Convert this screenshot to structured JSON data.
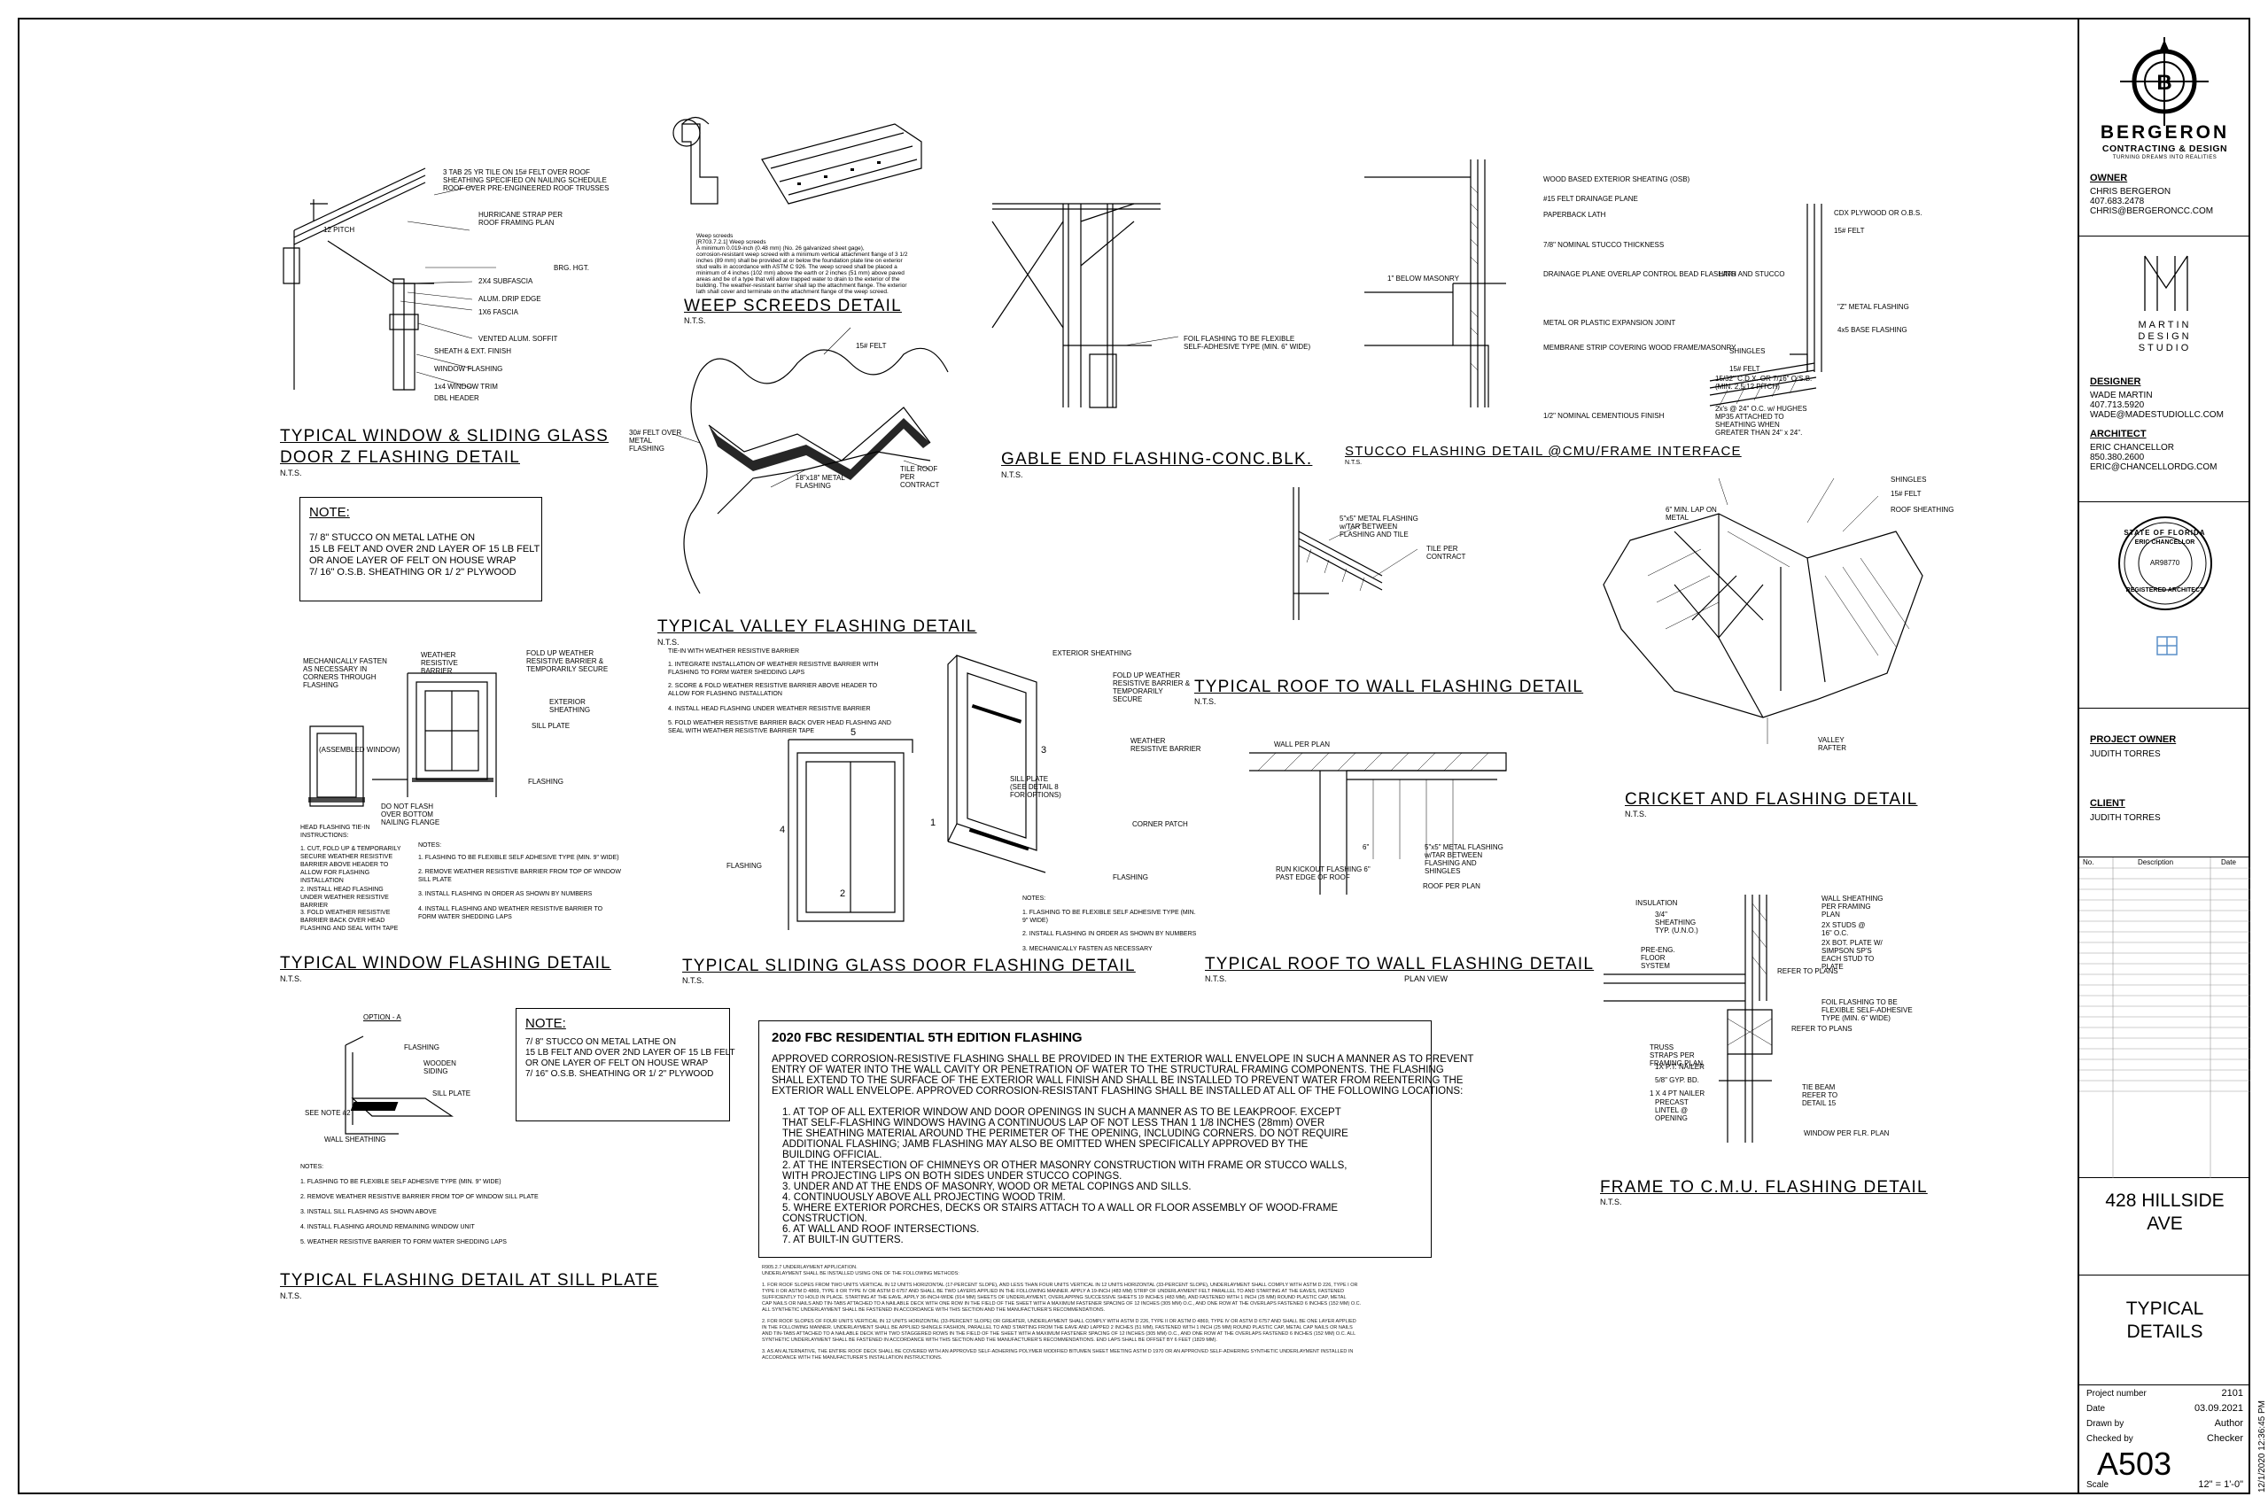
{
  "details": [
    {
      "title": "TYPICAL WINDOW & SLIDING GLASS",
      "title2": "DOOR Z FLASHING DETAIL",
      "scale": "N.T.S."
    },
    {
      "title": "WEEP SCREEDS DETAIL",
      "scale": "N.T.S."
    },
    {
      "title": "GABLE END FLASHING-CONC.BLK.",
      "scale": "N.T.S."
    },
    {
      "title": "STUCCO FLASHING DETAIL @CMU/FRAME INTERFACE",
      "scale": "N.T.S."
    },
    {
      "title": "TYPICAL VALLEY FLASHING DETAIL",
      "scale": "N.T.S."
    },
    {
      "title": "TYPICAL ROOF TO WALL FLASHING DETAIL",
      "scale": "N.T.S."
    },
    {
      "title": "CRICKET AND FLASHING DETAIL",
      "scale": "N.T.S."
    },
    {
      "title": "TYPICAL WINDOW FLASHING DETAIL",
      "scale": "N.T.S."
    },
    {
      "title": "TYPICAL SLIDING GLASS DOOR FLASHING DETAIL",
      "scale": "N.T.S."
    },
    {
      "title": "TYPICAL ROOF TO WALL FLASHING DETAIL",
      "scale": "N.T.S.",
      "sub": "PLAN VIEW"
    },
    {
      "title": "FRAME TO C.M.U. FLASHING DETAIL",
      "scale": "N.T.S."
    },
    {
      "title": "TYPICAL FLASHING DETAIL AT SILL PLATE",
      "scale": "N.T.S."
    }
  ],
  "notes": [
    {
      "heading": "NOTE:",
      "lines": [
        "7/ 8\" STUCCO ON METAL LATHE ON",
        "15 LB FELT AND OVER 2ND LAYER OF 15 LB FELT",
        "OR ANOE LAYER OF FELT ON HOUSE WRAP",
        "7/ 16\" O.S.B. SHEATHING OR 1/ 2\" PLYWOOD"
      ]
    },
    {
      "heading": "NOTE:",
      "lines": [
        "7/ 8\" STUCCO ON METAL LATHE ON",
        "15 LB FELT AND OVER 2ND LAYER OF 15 LB FELT",
        "OR ONE LAYER OF FELT ON HOUSE WRAP",
        "7/ 16\" O.S.B. SHEATHING OR 1/ 2\" PLYWOOD"
      ]
    }
  ],
  "fbc": {
    "heading": "2020 FBC RESIDENTIAL 5TH EDITION FLASHING",
    "lines": [
      "APPROVED CORROSION-RESISTIVE FLASHING SHALL BE PROVIDED IN THE EXTERIOR WALL ENVELOPE IN SUCH A MANNER AS TO PREVENT",
      "ENTRY OF WATER INTO THE WALL CAVITY OR PENETRATION OF WATER TO THE STRUCTURAL FRAMING COMPONENTS. THE FLASHING",
      "SHALL EXTEND TO THE SURFACE OF THE EXTERIOR WALL FINISH AND SHALL BE INSTALLED TO PREVENT WATER FROM REENTERING THE",
      "EXTERIOR WALL ENVELOPE. APPROVED CORROSION-RESISTANT FLASHING SHALL BE INSTALLED AT ALL OF THE FOLLOWING LOCATIONS:",
      "",
      "1. AT TOP OF ALL EXTERIOR WINDOW AND DOOR OPENINGS IN SUCH A MANNER AS TO BE LEAKPROOF. EXCEPT",
      "   THAT SELF-FLASHING WINDOWS HAVING A CONTINUOUS LAP OF NOT LESS THAN 1 1/8 INCHES (28mm) OVER",
      "   THE SHEATHING MATERIAL AROUND THE PERIMETER OF THE OPENING, INCLUDING CORNERS. DO NOT REQUIRE",
      "   ADDITIONAL FLASHING; JAMB FLASHING MAY ALSO BE OMITTED WHEN SPECIFICALLY APPROVED BY THE",
      "   BUILDING OFFICIAL.",
      "2. AT THE INTERSECTION OF CHIMNEYS OR OTHER MASONRY CONSTRUCTION WITH FRAME OR STUCCO WALLS,",
      "   WITH PROJECTING LIPS ON BOTH SIDES UNDER STUCCO COPINGS.",
      "3. UNDER AND AT THE ENDS OF MASONRY, WOOD OR METAL COPINGS AND SILLS.",
      "4. CONTINUOUSLY ABOVE ALL PROJECTING WOOD TRIM.",
      "5. WHERE EXTERIOR PORCHES, DECKS OR STAIRS ATTACH TO A WALL OR FLOOR ASSEMBLY OF WOOD-FRAME",
      "   CONSTRUCTION.",
      "6. AT WALL AND ROOF INTERSECTIONS.",
      "7. AT BUILT-IN GUTTERS."
    ]
  },
  "labels": {
    "z1": "3 TAB 25 YR TILE ON 15# FELT OVER ROOF",
    "z2": "SHEATHING SPECIFIED ON NAILING SCHEDULE",
    "z3": "ROOF OVER PRE-ENGINEERED ROOF TRUSSES",
    "z4": "HURRICANE STRAP PER",
    "z5": "ROOF FRAMING PLAN",
    "z6": "2X4 SUBFASCIA",
    "z7": "ALUM. DRIP EDGE",
    "z8": "1X6 FASCIA",
    "z9": "VENTED ALUM. SOFFIT",
    "z10": "SHEATH & EXT. FINISH",
    "z11": "WINDOW FLASHING",
    "z12": "1x4 WINDOW TRIM",
    "z13": "DBL HEADER",
    "z14": "BRG. HGT.",
    "pitch": "12 PITCH",
    "g1": "FOIL FLASHING TO BE FLEXIBLE",
    "g2": "SELF-ADHESIVE TYPE (MIN. 6\" WIDE)",
    "v1": "15# FELT",
    "v2": "30# FELT OVER METAL FLASHING",
    "v3": "18\"x18\" METAL FLASHING",
    "v4": "TILE ROOF PER CONTRACT",
    "s1": "WOOD BASED EXTERIOR SHEATING (OSB)",
    "s2": "#15 FELT DRAINAGE PLANE",
    "s3": "PAPERBACK LATH",
    "s4": "7/8\" NOMINAL STUCCO THICKNESS",
    "s5": "DRAINAGE PLANE OVERLAP CONTROL BEAD FLASHING",
    "s6": "METAL OR PLASTIC EXPANSION JOINT",
    "s7": "MEMBRANE STRIP COVERING WOOD FRAME/MASONRY",
    "s8": "1/2\" NOMINAL CEMENTIOUS FINISH",
    "s9": "1\" BELOW MASONRY",
    "r1": "CDX PLYWOOD OR O.B.S.",
    "r2": "15# FELT",
    "r3": "LATH AND STUCCO",
    "r4": "\"Z\" METAL FLASHING",
    "r5": "4x5 BASE FLASHING",
    "r6": "SHINGLES",
    "r7": "15# FELT",
    "r8": "15/32\" C.D.X. OR 7/16\" O.S.B. (MIN. 2.5:12 PITCH)",
    "r9": "2x's @ 24\" O.C. w/ HUGHES MP35 ATTACHED TO SHEATHING WHEN GREATER THAN 24\" x 24\".",
    "rw1": "5\"x5\" METAL FLASHING w/TAR BETWEEN FLASHING AND TILE",
    "rw2": "TILE PER CONTRACT",
    "c1": "6\" MIN. LAP ON METAL",
    "c2": "SHINGLES",
    "c3": "15# FELT",
    "c4": "ROOF SHEATHING",
    "c5": "VALLEY RAFTER",
    "pv1": "WALL PER PLAN",
    "pv2": "5\"x5\" METAL FLASHING w/TAR BETWEEN FLASHING AND SHINGLES",
    "pv3": "RUN KICKOUT FLASHING 6\" PAST EDGE OF ROOF",
    "pv4": "ROOF PER PLAN",
    "pv5": "6\"",
    "f1": "INSULATION",
    "f2": "3/4\" SHEATHING TYP. (U.N.O.)",
    "f3": "PRE-ENG. FLOOR SYSTEM",
    "f4": "WALL SHEATHING PER FRAMING PLAN",
    "f5": "2X STUDS @ 16\" O.C.",
    "f6": "2X BOT. PLATE W/ SIMPSON SP'S EACH STUD TO PLATE",
    "f7": "REFER TO PLANS",
    "f8": "FOIL FLASHING TO BE FLEXIBLE SELF-ADHESIVE TYPE (MIN. 6\" WIDE)",
    "f9": "REFER TO PLANS",
    "f10": "TRUSS STRAPS PER FRAMING PLAN",
    "f11": "1X P.T. NAILER",
    "f12": "5/8\" GYP. BD.",
    "f13": "1 X 4 PT NAILER",
    "f14": "PRECAST LINTEL @ OPENING",
    "f15": "TIE BEAM REFER TO DETAIL 15",
    "f16": "WINDOW PER FLR. PLAN",
    "w1": "MECHANICALLY FASTEN AS NECESSARY IN CORNERS THROUGH FLASHING",
    "w2": "WEATHER RESISTIVE BARRIER",
    "w3": "FOLD UP WEATHER RESISTIVE BARRIER & TEMPORARILY SECURE",
    "w4": "EXTERIOR SHEATHING",
    "w5": "SILL PLATE",
    "w6": "FLASHING",
    "w7": "DO NOT FLASH OVER BOTTOM NAILING FLANGE",
    "w8": "(ASSEMBLED WINDOW)",
    "sg1": "EXTERIOR SHEATHING",
    "sg2": "FOLD UP WEATHER RESISTIVE BARRIER & TEMPORARILY SECURE",
    "sg3": "WEATHER RESISTIVE BARRIER",
    "sg4": "CORNER PATCH",
    "sg5": "FLASHING",
    "sg6": "SILL PLATE (SEE DETAIL 8 FOR OPTIONS)",
    "sp1": "OPTION - A",
    "sp2": "FLASHING",
    "sp3": "WOODEN SIDING",
    "sp4": "SILL PLATE",
    "sp5": "SEE NOTE #2",
    "sp6": "WALL SHEATHING"
  },
  "stepnotes": {
    "window_left": [
      "HEAD FLASHING TIE-IN INSTRUCTIONS:",
      "1. CUT, FOLD UP & TEMPORARILY SECURE WEATHER RESISTIVE BARRIER ABOVE HEADER TO ALLOW FOR FLASHING INSTALLATION",
      "2. INSTALL HEAD FLASHING UNDER WEATHER RESISTIVE BARRIER",
      "3. FOLD WEATHER RESISTIVE BARRIER BACK OVER HEAD FLASHING AND SEAL WITH TAPE"
    ],
    "window_right": [
      "NOTES:",
      "1. FLASHING TO BE FLEXIBLE SELF ADHESIVE TYPE (MIN. 9\" WIDE)",
      "2. REMOVE WEATHER RESISTIVE BARRIER FROM TOP OF WINDOW SILL PLATE",
      "3. INSTALL FLASHING IN ORDER AS SHOWN BY NUMBERS",
      "4. INSTALL FLASHING AND WEATHER RESISTIVE BARRIER TO FORM WATER SHEDDING LAPS"
    ],
    "sgd_top": [
      "TIE-IN WITH WEATHER RESISTIVE BARRIER",
      "1. INTEGRATE INSTALLATION OF WEATHER RESISTIVE BARRIER WITH FLASHING TO FORM WATER SHEDDING LAPS",
      "2. SCORE & FOLD WEATHER RESISTIVE BARRIER ABOVE HEADER TO ALLOW FOR FLASHING INSTALLATION",
      "4. INSTALL HEAD FLASHING UNDER WEATHER RESISTIVE BARRIER",
      "5. FOLD WEATHER RESISTIVE BARRIER BACK OVER HEAD FLASHING AND SEAL WITH WEATHER RESISTIVE BARRIER TAPE"
    ],
    "sgd_bottom": [
      "NOTES:",
      "1. FLASHING TO BE FLEXIBLE SELF ADHESIVE TYPE (MIN. 9\" WIDE)",
      "2. INSTALL FLASHING IN ORDER AS SHOWN BY NUMBERS",
      "3. MECHANICALLY FASTEN AS NECESSARY"
    ],
    "sill": [
      "NOTES:",
      "1. FLASHING TO BE FLEXIBLE SELF ADHESIVE TYPE (MIN. 9\" WIDE)",
      "2. REMOVE WEATHER RESISTIVE BARRIER FROM TOP OF WINDOW SILL PLATE",
      "3. INSTALL SILL FLASHING AS SHOWN ABOVE",
      "4. INSTALL FLASHING AROUND REMAINING WINDOW UNIT",
      "5. WEATHER RESISTIVE BARRIER TO FORM WATER SHEDDING LAPS"
    ],
    "weep": [
      "Weep screeds",
      "[R703.7.2.1] Weep screeds",
      "A minimum 0.019-inch (0.48 mm) (No. 26 galvanized sheet gage),",
      "corrosion-resistant weep screed with a minimum vertical attachment flange of 3 1/2",
      "inches (89 mm) shall be provided at or below the foundation plate line on exterior",
      "stud walls in accordance with ASTM C 926. The weep screed shall be placed a",
      "minimum of 4 inches (102 mm) above the earth or 2 inches (51 mm) above paved",
      "areas and be of a type that will allow trapped water to drain to the exterior of the",
      "building. The weather-resistant barrier shall lap the attachment flange. The exterior",
      "lath shall cover and terminate on the attachment flange of the weep screed."
    ]
  },
  "underlayment": [
    "R905.2.7 UNDERLAYMENT APPLICATION.",
    "UNDERLAYMENT SHALL BE INSTALLED USING ONE OF THE FOLLOWING METHODS:",
    "1. FOR ROOF SLOPES FROM TWO UNITS VERTICAL IN 12 UNITS HORIZONTAL (17-PERCENT SLOPE), AND LESS THAN FOUR UNITS VERTICAL IN 12 UNITS HORIZONTAL (33-PERCENT SLOPE), UNDERLAYMENT SHALL COMPLY WITH ASTM D 226, TYPE I OR",
    "TYPE II OR ASTM D 4869, TYPE II OR TYPE IV OR ASTM D 6757 AND SHALL BE TWO LAYERS APPLIED IN THE FOLLOWING MANNER. APPLY A 19-INCH (483 MM) STRIP OF UNDERLAYMENT FELT PARALLEL TO AND STARTING AT THE EAVES, FASTENED",
    "SUFFICIENTLY TO HOLD IN PLACE. STARTING AT THE EAVE, APPLY 36-INCH-WIDE (914 MM) SHEETS OF UNDERLAYMENT, OVERLAPPING SUCCESSIVE SHEETS 19 INCHES (483 MM), AND FASTENED WITH 1 INCH (25 MM) ROUND PLASTIC CAP, METAL",
    "CAP NAILS OR NAILS AND TIN-TABS ATTACHED TO A NAILABLE DECK WITH ONE ROW IN THE FIELD OF THE SHEET WITH A MAXIMUM FASTENER SPACING OF 12 INCHES (305 MM) O.C., AND ONE ROW AT THE OVERLAPS FASTENED 6 INCHES (152 MM) O.C.",
    "ALL SYNTHETIC UNDERLAYMENT SHALL BE FASTENED IN ACCORDANCE WITH THIS SECTION AND THE MANUFACTURER'S RECOMMENDATIONS.",
    "2. FOR ROOF SLOPES OF FOUR UNITS VERTICAL IN 12 UNITS HORIZONTAL (33-PERCENT SLOPE) OR GREATER, UNDERLAYMENT SHALL COMPLY WITH ASTM D 226, TYPE II OR ASTM D 4869, TYPE IV OR ASTM D 6757 AND SHALL BE ONE LAYER APPLIED",
    "IN THE FOLLOWING MANNER. UNDERLAYMENT SHALL BE APPLIED SHINGLE FASHION, PARALLEL TO AND STARTING FROM THE EAVE AND LAPPED 2 INCHES (51 MM), FASTENED WITH 1 INCH (25 MM) ROUND PLASTIC CAP, METAL CAP NAILS OR NAILS",
    "AND TIN-TABS ATTACHED TO A NAILABLE DECK WITH TWO STAGGERED ROWS IN THE FIELD OF THE SHEET WITH A MAXIMUM FASTENER SPACING OF 12 INCHES (305 MM) O.C., AND ONE ROW AT THE OVERLAPS FASTENED 6 INCHES (152 MM) O.C. ALL",
    "SYNTHETIC UNDERLAYMENT SHALL BE FASTENED IN ACCORDANCE WITH THIS SECTION AND THE MANUFACTURER'S RECOMMENDATIONS. END LAPS SHALL BE OFFSET BY 6 FEET (1829 MM).",
    "3. AS AN ALTERNATIVE, THE ENTIRE ROOF DECK SHALL BE COVERED WITH AN APPROVED SELF-ADHERING POLYMER MODIFIED BITUMEN SHEET MEETING ASTM D 1970 OR AN APPROVED SELF-ADHERING SYNTHETIC UNDERLAYMENT INSTALLED IN",
    "ACCORDANCE WITH THE MANUFACTURER'S INSTALLATION INSTRUCTIONS."
  ],
  "titleblock": {
    "company_name": "BERGERON",
    "company_sub": "CONTRACTING & DESIGN",
    "company_tag": "TURNING DREAMS INTO REALITIES",
    "owner_label": "OWNER",
    "owner_lines": [
      "CHRIS BERGERON",
      "407.683.2478",
      "CHRIS@BERGERONCC.COM"
    ],
    "studio_lines": [
      "MARTIN",
      "DESIGN",
      "STUDIO"
    ],
    "designer_label": "DESIGNER",
    "designer_lines": [
      "WADE MARTIN",
      "407.713.5920",
      "WADE@MADESTUDIOLLC.COM"
    ],
    "architect_label": "ARCHITECT",
    "architect_lines": [
      "ERIC CHANCELLOR",
      "850.380.2600",
      "ERIC@CHANCELLORDG.COM"
    ],
    "seal_top": "STATE OF FLORIDA",
    "seal_name": "ERIC CHANCELLOR",
    "seal_num": "AR98770",
    "seal_bottom": "REGISTERED ARCHITECT",
    "project_owner_label": "PROJECT OWNER",
    "project_owner": "JUDITH TORRES",
    "client_label": "CLIENT",
    "client": "JUDITH TORRES",
    "rev_headers": [
      "No.",
      "Description",
      "Date"
    ],
    "address_lines": [
      "428 HILLSIDE",
      "AVE"
    ],
    "sheet_title_lines": [
      "TYPICAL",
      "DETAILS"
    ],
    "project_number_label": "Project number",
    "project_number": "2101",
    "date_label": "Date",
    "date": "03.09.2021",
    "drawn_label": "Drawn by",
    "drawn": "Author",
    "checked_label": "Checked by",
    "checked": "Checker",
    "sheet_number": "A503",
    "scale_label": "Scale",
    "scale": "12\" = 1'-0\"",
    "timestamp": "12/1/2020 12:36:45 PM"
  },
  "callouts": [
    "1",
    "2",
    "3",
    "4",
    "5"
  ]
}
